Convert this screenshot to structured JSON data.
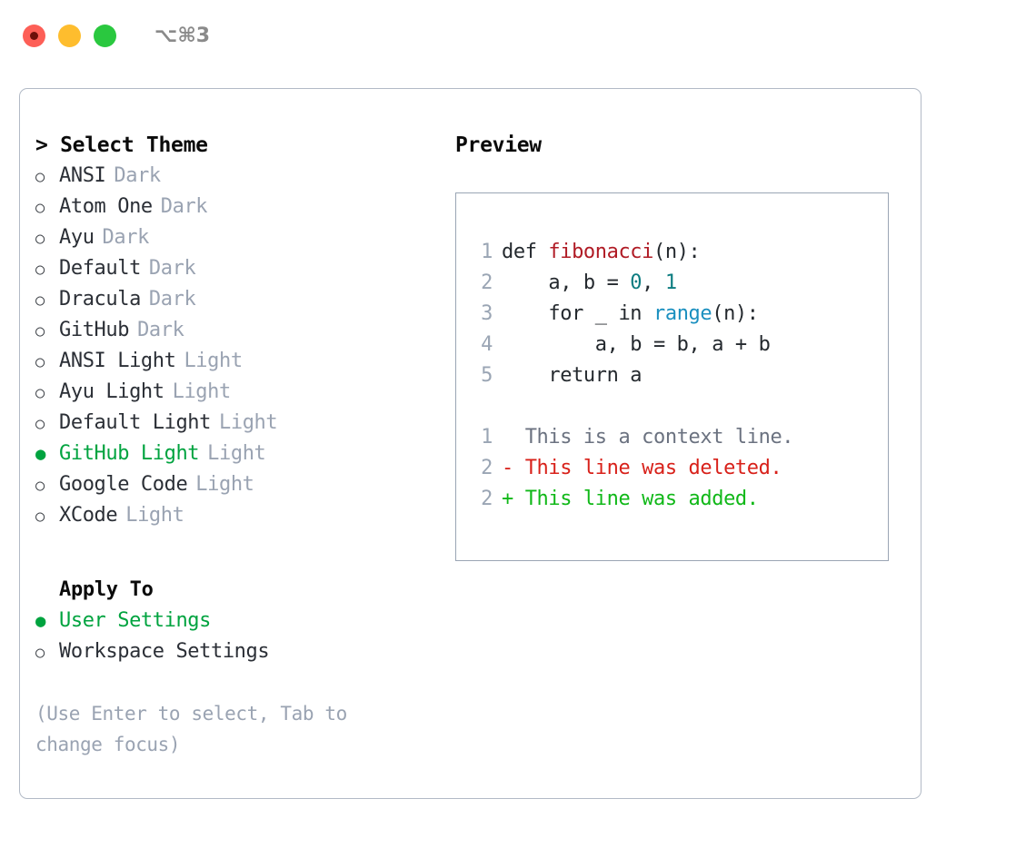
{
  "titlebar": {
    "shortcut": "⌥⌘3",
    "dots": [
      {
        "name": "close",
        "color": "#fd5f57"
      },
      {
        "name": "minimize",
        "color": "#febd2e"
      },
      {
        "name": "maximize",
        "color": "#2ac83f"
      }
    ]
  },
  "theme_picker": {
    "header": "> Select Theme",
    "items": [
      {
        "label": "ANSI",
        "category": "Dark",
        "selected": false,
        "bullet": "○"
      },
      {
        "label": "Atom One",
        "category": "Dark",
        "selected": false,
        "bullet": "○"
      },
      {
        "label": "Ayu",
        "category": "Dark",
        "selected": false,
        "bullet": "○"
      },
      {
        "label": "Default",
        "category": "Dark",
        "selected": false,
        "bullet": "○"
      },
      {
        "label": "Dracula",
        "category": "Dark",
        "selected": false,
        "bullet": "○"
      },
      {
        "label": "GitHub",
        "category": "Dark",
        "selected": false,
        "bullet": "○"
      },
      {
        "label": "ANSI Light",
        "category": "Light",
        "selected": false,
        "bullet": "○"
      },
      {
        "label": "Ayu Light",
        "category": "Light",
        "selected": false,
        "bullet": "○"
      },
      {
        "label": "Default Light",
        "category": "Light",
        "selected": false,
        "bullet": "○"
      },
      {
        "label": "GitHub Light",
        "category": "Light",
        "selected": true,
        "bullet": "●"
      },
      {
        "label": "Google Code",
        "category": "Light",
        "selected": false,
        "bullet": "○"
      },
      {
        "label": "XCode",
        "category": "Light",
        "selected": false,
        "bullet": "○"
      }
    ]
  },
  "apply_to": {
    "header": "Apply To",
    "items": [
      {
        "label": "User Settings",
        "selected": true,
        "bullet": "●"
      },
      {
        "label": "Workspace Settings",
        "selected": false,
        "bullet": "○"
      }
    ]
  },
  "footer_hint": "(Use Enter to select, Tab to change focus)",
  "preview": {
    "title": "Preview",
    "code_lines": [
      {
        "no": "1",
        "parts": [
          {
            "t": "def ",
            "c": "plain"
          },
          {
            "t": "fibonacci",
            "c": "fn"
          },
          {
            "t": "(n):",
            "c": "plain"
          }
        ]
      },
      {
        "no": "2",
        "parts": [
          {
            "t": "    a, b = ",
            "c": "plain"
          },
          {
            "t": "0",
            "c": "num"
          },
          {
            "t": ", ",
            "c": "plain"
          },
          {
            "t": "1",
            "c": "num"
          }
        ]
      },
      {
        "no": "3",
        "parts": [
          {
            "t": "    for _ in ",
            "c": "plain"
          },
          {
            "t": "range",
            "c": "blu"
          },
          {
            "t": "(n):",
            "c": "plain"
          }
        ]
      },
      {
        "no": "4",
        "parts": [
          {
            "t": "        a, b = b, a + b",
            "c": "plain"
          }
        ]
      },
      {
        "no": "5",
        "parts": [
          {
            "t": "    return a",
            "c": "plain"
          }
        ]
      }
    ],
    "diff_lines": [
      {
        "no": "1",
        "marker": "  ",
        "text": "This is a context line.",
        "kind": "ctx"
      },
      {
        "no": "2",
        "marker": "- ",
        "text": "This line was deleted.",
        "kind": "del"
      },
      {
        "no": "2",
        "marker": "+ ",
        "text": "This line was added.",
        "kind": "add"
      }
    ]
  },
  "colors": {
    "accent_green": "#00a33f",
    "muted": "#9aa3b2",
    "border": "#b2bac6",
    "preview_border": "#9aa5b4",
    "syntax_function": "#b01b25",
    "syntax_number": "#0c7c80",
    "syntax_builtin": "#1a8fbf",
    "diff_add": "#10b818",
    "diff_del": "#d8211a",
    "diff_ctx": "#6b7280"
  }
}
